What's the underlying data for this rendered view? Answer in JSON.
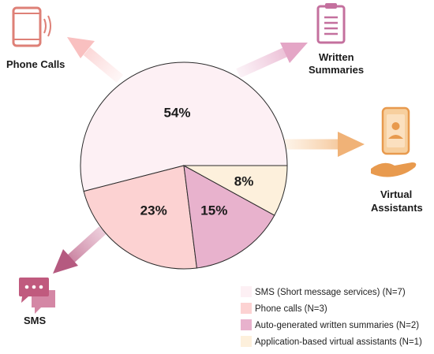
{
  "chart_data": {
    "type": "pie",
    "title": "",
    "start_angle_deg": 0,
    "direction": "counterclockwise",
    "slices": [
      {
        "value": 54,
        "label": "54%",
        "legend": "SMS (Short message services) (N=7)",
        "color": "#fdf0f4"
      },
      {
        "value": 23,
        "label": "23%",
        "legend": "Phone calls (N=3)",
        "color": "#fcd2d2"
      },
      {
        "value": 15,
        "label": "15%",
        "legend": "Auto-generated written summaries (N=2)",
        "color": "#e8b2cd"
      },
      {
        "value": 8,
        "label": "8%",
        "legend": "Application-based virtual assistants (N=1)",
        "color": "#fdf0dc"
      }
    ],
    "legend_position": "bottom-right"
  },
  "callouts": {
    "phone_calls": {
      "label": "Phone Calls",
      "icon": "smartphone-vibrate-icon",
      "color": "#de8077",
      "arrow_color": "#f9c4c4"
    },
    "written_summaries": {
      "label_line1": "Written",
      "label_line2": "Summaries",
      "icon": "clipboard-document-icon",
      "color": "#c4709e",
      "arrow_color": "#e8aacb"
    },
    "virtual_assistants": {
      "label_line1": "Virtual",
      "label_line2": "Assistants",
      "icon": "hand-holding-phone-icon",
      "color": "#e89a4e",
      "arrow_color": "#f5c08e"
    },
    "sms": {
      "label": "SMS",
      "icon": "chat-bubbles-icon",
      "color": "#c05a7e",
      "arrow_color": "#c36c8e"
    }
  }
}
